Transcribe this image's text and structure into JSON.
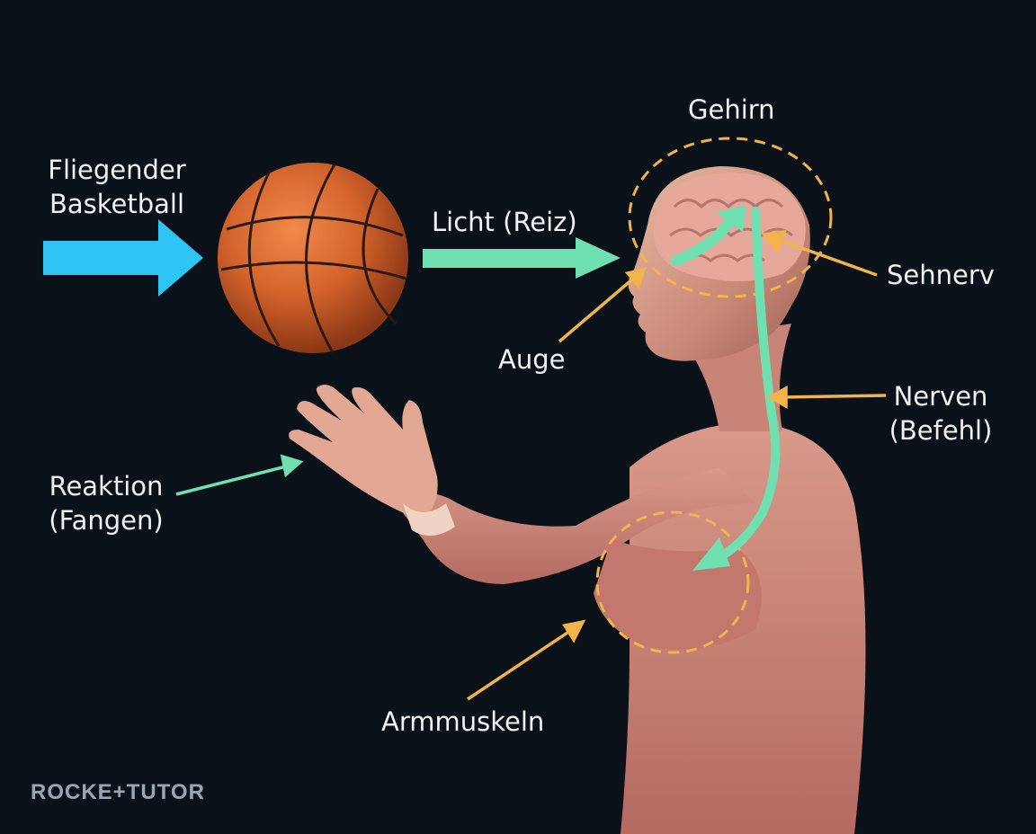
{
  "labels": {
    "ball_line1": "Fliegender",
    "ball_line2": "Basketball",
    "light": "Licht (Reiz)",
    "brain": "Gehirn",
    "optic_nerve": "Sehnerv",
    "eye": "Auge",
    "nerves_line1": "Nerven",
    "nerves_line2": "(Befehl)",
    "reaction_line1": "Reaktion",
    "reaction_line2": "(Fangen)",
    "arm_muscles": "Armmuskeln"
  },
  "logo": "ROCKE+TUTOR",
  "colors": {
    "background": "#0b1118",
    "incoming_arrow": "#2ec4f3",
    "signal_arrow": "#6fe0b0",
    "pointer": "#f0b44a",
    "highlight_dashes": "#f0b44a"
  },
  "icons": [
    "basketball-icon",
    "human-figure-icon",
    "brain-icon"
  ]
}
